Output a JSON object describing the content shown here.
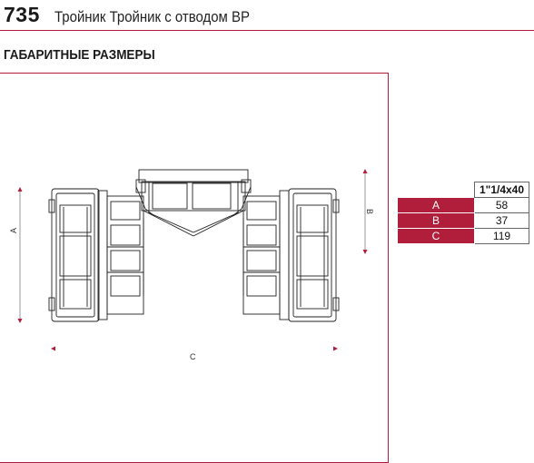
{
  "header": {
    "code": "735",
    "title": "Тройник Тройник с отводом ВР"
  },
  "section_title": "ГАБАРИТНЫЕ РАЗМЕРЫ",
  "drawing": {
    "label_a": "A",
    "label_b": "B",
    "label_c": "C"
  },
  "colors": {
    "accent": "#b01e3c"
  },
  "table": {
    "size_header": "1\"1/4x40",
    "rows": [
      {
        "label": "A",
        "value": "58"
      },
      {
        "label": "B",
        "value": "37"
      },
      {
        "label": "C",
        "value": "119"
      }
    ]
  }
}
